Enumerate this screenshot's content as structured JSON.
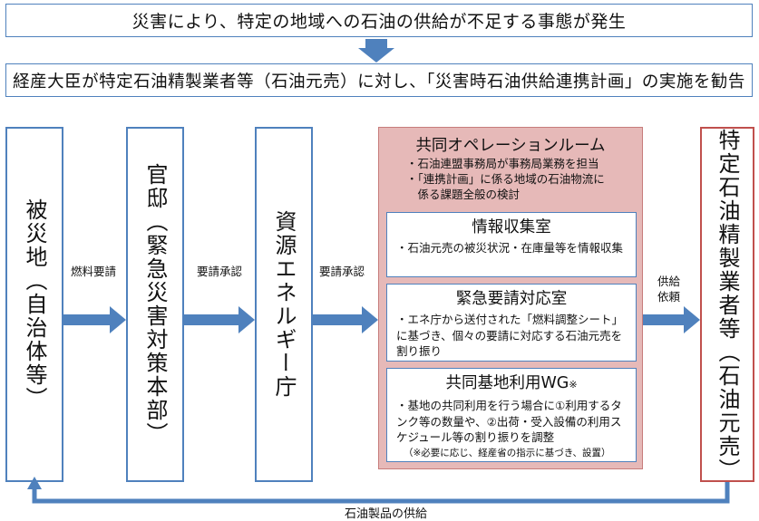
{
  "header": {
    "event": "災害により、特定の地域への石油の供給が不足する事態が発生",
    "recommendation": "経産大臣が特定石油精製業者等（石油元売）に対し、「災害時石油供給連携計画」の実施を勧告"
  },
  "actors": {
    "victim": "被災地（自治体等）",
    "kantei": "官邸（緊急災害対策本部）",
    "enecho": "資源エネルギー庁",
    "genuri": "特定石油精製業者等（石油元売）"
  },
  "flows": {
    "fuel_request": "燃料要請",
    "request_approval_1": "要請承認",
    "request_approval_2": "要請承認",
    "supply_request_1": "供給",
    "supply_request_2": "依頼",
    "product_supply": "石油製品の供給"
  },
  "ops_room": {
    "title": "共同オペレーションルーム",
    "bullets": [
      "・石油連盟事務局が事務局業務を担当",
      "・「連携計画」に係る地域の石油物流に",
      "　係る課題全般の検討"
    ],
    "info": {
      "title": "情報収集室",
      "text": "・石油元売の被災状況・在庫量等を情報収集"
    },
    "emergency": {
      "title": "緊急要請対応室",
      "text": "・エネ庁から送付された「燃料調整シート」に基づき、個々の要請に対応する石油元売を割り振り"
    },
    "base": {
      "title": "共同基地利用WG",
      "title_mark": "※",
      "text": "・基地の共同利用を行う場合に①利用するタンク等の数量や、②出荷・受入設備の利用スケジュール等の割り振りを調整",
      "note": "（※必要に応じ、経産省の指示に基づき、設置）"
    }
  },
  "colors": {
    "blue_border": "#4f81bd",
    "arrow_blue": "#4f81bd",
    "red_border": "#c0504d",
    "ops_fill": "#e6b9b8"
  }
}
